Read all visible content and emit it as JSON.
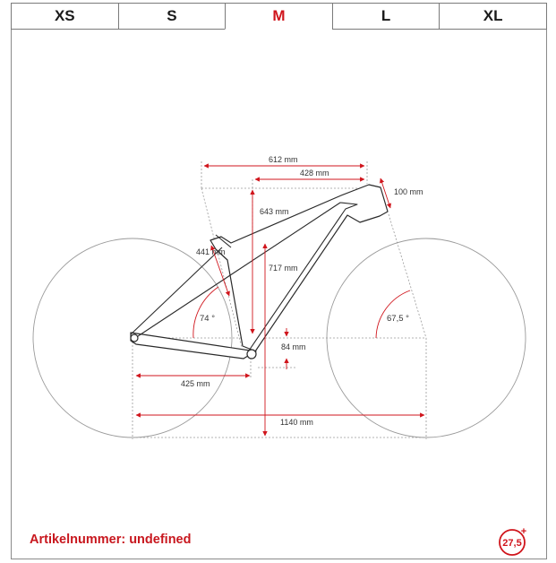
{
  "size_tabs": [
    {
      "label": "XS",
      "active": false
    },
    {
      "label": "S",
      "active": false
    },
    {
      "label": "M",
      "active": true
    },
    {
      "label": "L",
      "active": false
    },
    {
      "label": "XL",
      "active": false
    }
  ],
  "geometry": {
    "reach_label": "612 mm",
    "top_tube_label": "428 mm",
    "head_tube_label": "100 mm",
    "stack_label": "643 mm",
    "seat_tube_label": "441 mm",
    "standover_label": "717 mm",
    "seat_angle_label": "74 °",
    "head_angle_label": "67,5 °",
    "bb_drop_label": "84 mm",
    "chainstay_label": "425 mm",
    "wheelbase_label": "1140 mm"
  },
  "article": {
    "label": "Artikelnummer:",
    "value": "undefined"
  },
  "wheel_badge": {
    "size": "27,5",
    "suffix": "+"
  },
  "colors": {
    "accent": "#d0151c",
    "text": "#1a1a1a",
    "line": "#8a8a8a"
  }
}
